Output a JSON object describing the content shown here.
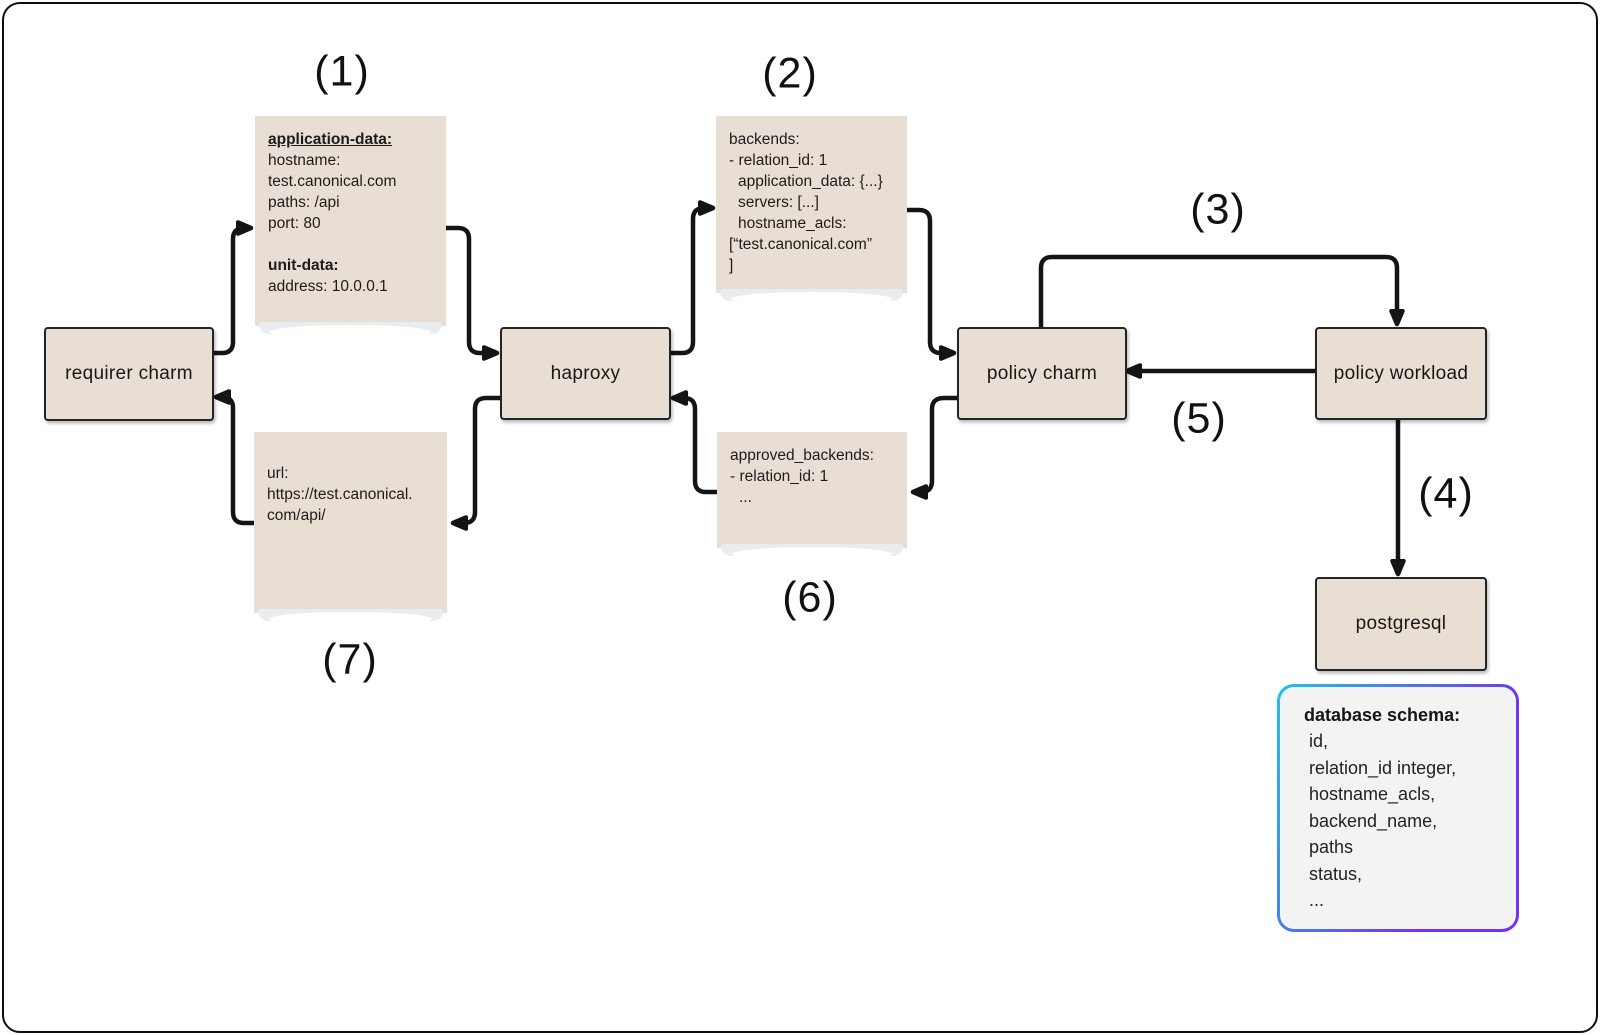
{
  "colors": {
    "note_fill": "#e9ded3",
    "box_fill": "#e9ded3",
    "box_border": "#242424",
    "line": "#141414",
    "ink": "#1b1b1b",
    "schema_bg": "#f3f3f4",
    "schema_g1": "#1fc3e8",
    "schema_g2": "#7433ee"
  },
  "boxes": {
    "requirer_charm": {
      "label": "requirer charm"
    },
    "haproxy": {
      "label": "haproxy"
    },
    "policy_charm": {
      "label": "policy charm"
    },
    "policy_workload": {
      "label": "policy workload"
    },
    "postgresql": {
      "label": "postgresql"
    }
  },
  "steps": [
    "(1)",
    "(2)",
    "(3)",
    "(4)",
    "(5)",
    "(6)",
    "(7)"
  ],
  "notes": {
    "application_data": {
      "lines": [
        {
          "t": "application-data:",
          "b": true,
          "u": true
        },
        {
          "t": "hostname:"
        },
        {
          "t": "test.canonical.com"
        },
        {
          "t": "paths: /api"
        },
        {
          "t": "port: 80"
        },
        {
          "t": ""
        },
        {
          "t": "unit-data:",
          "b": true
        },
        {
          "t": "address: 10.0.0.1"
        }
      ]
    },
    "backends": {
      "lines": [
        {
          "t": "backends:"
        },
        {
          "t": "- relation_id: 1"
        },
        {
          "t": "application_data: {...}",
          "indent": true
        },
        {
          "t": "servers: [...]",
          "indent": true
        },
        {
          "t": "hostname_acls:",
          "indent": true
        },
        {
          "t": "[“test.canonical.com”"
        },
        {
          "t": "]"
        }
      ]
    },
    "approved_backends": {
      "lines": [
        {
          "t": "approved_backends:"
        },
        {
          "t": "- relation_id: 1"
        },
        {
          "t": "...",
          "indent": true
        }
      ]
    },
    "url": {
      "lines": [
        {
          "t": "url:"
        },
        {
          "t": "https://test.canonical."
        },
        {
          "t": "com/api/"
        }
      ]
    }
  },
  "schema": {
    "title": "database schema:",
    "lines": [
      "id,",
      "relation_id integer,",
      "hostname_acls,",
      "backend_name,",
      "paths",
      "status,",
      "..."
    ]
  }
}
